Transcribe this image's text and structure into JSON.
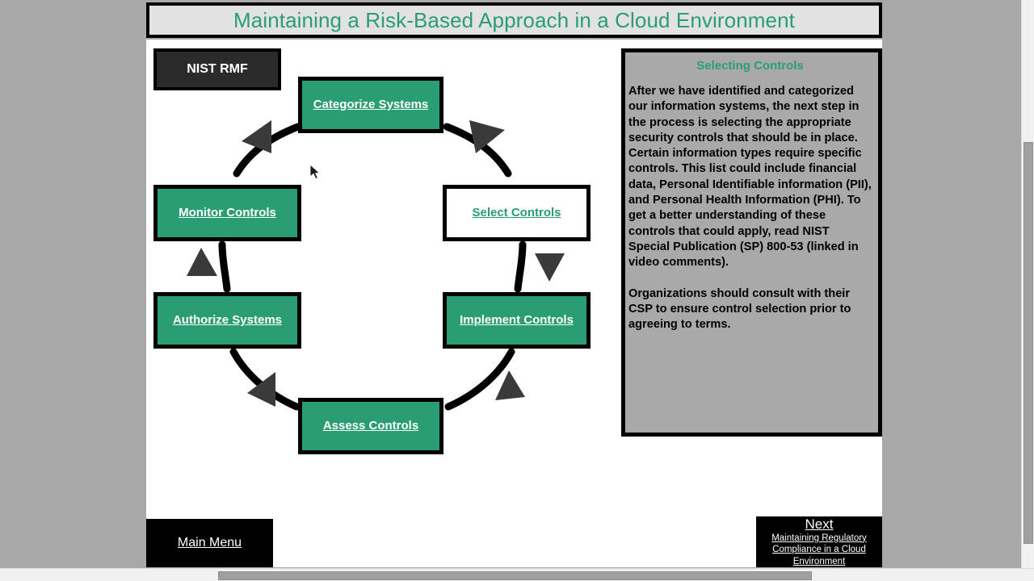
{
  "title_bar": {
    "text": "Maintaining a Risk-Based Approach in a Cloud Environment",
    "color": "#2a9d73",
    "background": "#e2e2e2"
  },
  "badge": {
    "label": "NIST RMF",
    "background": "#2b2b2b",
    "text_color": "#ffffff"
  },
  "diagram": {
    "type": "cycle",
    "direction": "clockwise",
    "node_color": "#2a9d73",
    "current_node_color": "#ffffff",
    "nodes": [
      {
        "id": "categorize",
        "label": "Categorize Systems",
        "state": "normal"
      },
      {
        "id": "select",
        "label": "Select Controls",
        "state": "current"
      },
      {
        "id": "implement",
        "label": "Implement Controls",
        "state": "normal"
      },
      {
        "id": "assess",
        "label": "Assess Controls",
        "state": "normal"
      },
      {
        "id": "authorize",
        "label": "Authorize Systems",
        "state": "normal"
      },
      {
        "id": "monitor",
        "label": "Monitor Controls",
        "state": "normal"
      }
    ]
  },
  "info_panel": {
    "heading": "Selecting Controls",
    "heading_color": "#2a9d73",
    "background": "#a9a9a9",
    "paragraphs": [
      "After we have identified and categorized our information systems, the next step in the process is selecting the appropriate security controls that should be in place. Certain information types require specific controls. This list could include financial data, Personal Identifiable information (PII), and Personal Health Information (PHI). To get a better understanding of these controls that could apply, read NIST Special Publication (SP) 800-53 (linked in video comments).",
      "Organizations should consult with their CSP to ensure control selection prior to agreeing to terms."
    ]
  },
  "navigation": {
    "main_menu_label": "Main Menu",
    "next_label": "Next",
    "next_subtitle": "Maintaining Regulatory Compliance in a Cloud Environment"
  },
  "scrollbars": {
    "vertical_present": true,
    "horizontal_present": true
  },
  "icons": {
    "cursor": "mouse-pointer-icon"
  }
}
